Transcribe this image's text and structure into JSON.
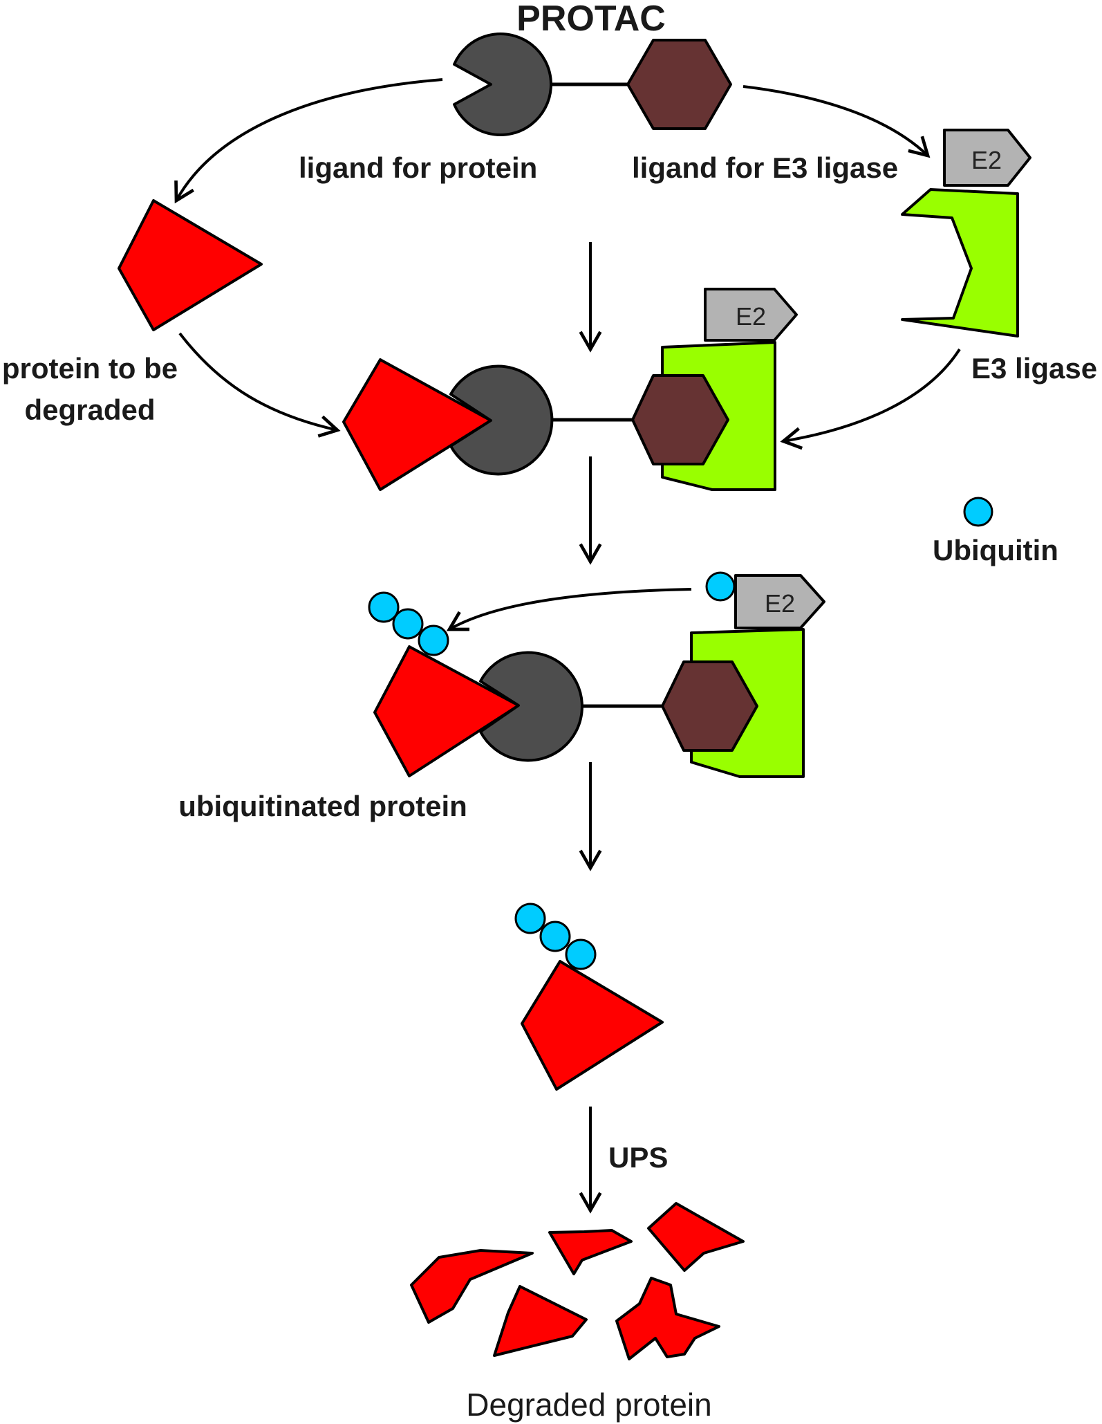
{
  "title": "PROTAC",
  "labels": {
    "ligand_protein": "ligand for protein",
    "ligand_e3": "ligand for E3 ligase",
    "protein_degraded_line1": "protein to be",
    "protein_degraded_line2": "degraded",
    "e3_ligase": "E3 ligase",
    "ubiquitin": "Ubiquitin",
    "ubiquitinated_protein": "ubiquitinated protein",
    "ups": "UPS",
    "degraded_protein": "Degraded protein",
    "e2": "E2"
  },
  "colors": {
    "protein": "#ff0000",
    "ligand_protein": "#4d4d4d",
    "ligand_e3": "#663333",
    "e3_ligase": "#99ff00",
    "e2": "#b3b3b3",
    "ubiquitin": "#00ccff"
  }
}
